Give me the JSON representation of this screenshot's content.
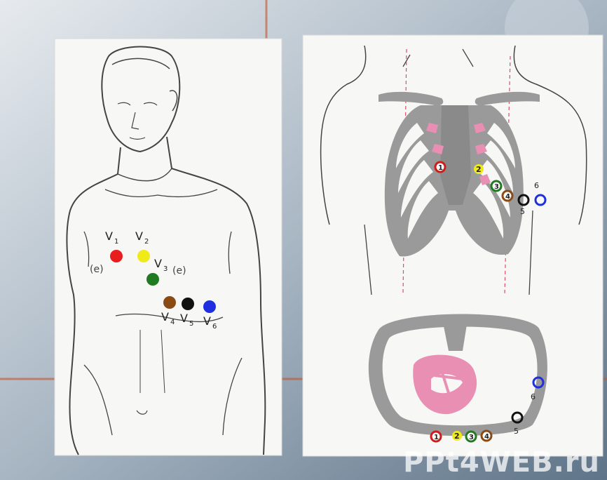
{
  "watermark": "PPt4WEB.ru",
  "left_panel": {
    "electrodes": [
      {
        "id": "v1",
        "sub": "1",
        "color": "#e81d1d"
      },
      {
        "id": "v2",
        "sub": "2",
        "color": "#f1ea1a"
      },
      {
        "id": "v3",
        "sub": "3",
        "color": "#1f7a21"
      },
      {
        "id": "v4",
        "sub": "4",
        "color": "#8a4a14"
      },
      {
        "id": "v5",
        "sub": "5",
        "color": "#111111"
      },
      {
        "id": "v6",
        "sub": "6",
        "color": "#1f2fe0"
      }
    ],
    "letter": "V"
  },
  "right_panel": {
    "chest_leads": [
      {
        "label": "1",
        "color": "#d11a1a"
      },
      {
        "label": "2",
        "color": "#f1ea1a"
      },
      {
        "label": "3",
        "color": "#1f7a21"
      },
      {
        "label": "4",
        "color": "#8a4a14"
      },
      {
        "label": "5",
        "color": "#111111"
      },
      {
        "label": "6",
        "color": "#1f2fe0"
      }
    ],
    "section_leads": [
      {
        "label": "1",
        "color": "#d11a1a"
      },
      {
        "label": "2",
        "color": "#f1ea1a"
      },
      {
        "label": "3",
        "color": "#1f7a21"
      },
      {
        "label": "4",
        "color": "#8a4a14"
      },
      {
        "label": "5",
        "color": "#111111"
      },
      {
        "label": "6",
        "color": "#1f2fe0"
      }
    ]
  },
  "colors": {
    "bone": "#9a9a9a",
    "heart": "#e98fb4",
    "guide": "#e04a6a",
    "accent_line": "#c3542c"
  }
}
